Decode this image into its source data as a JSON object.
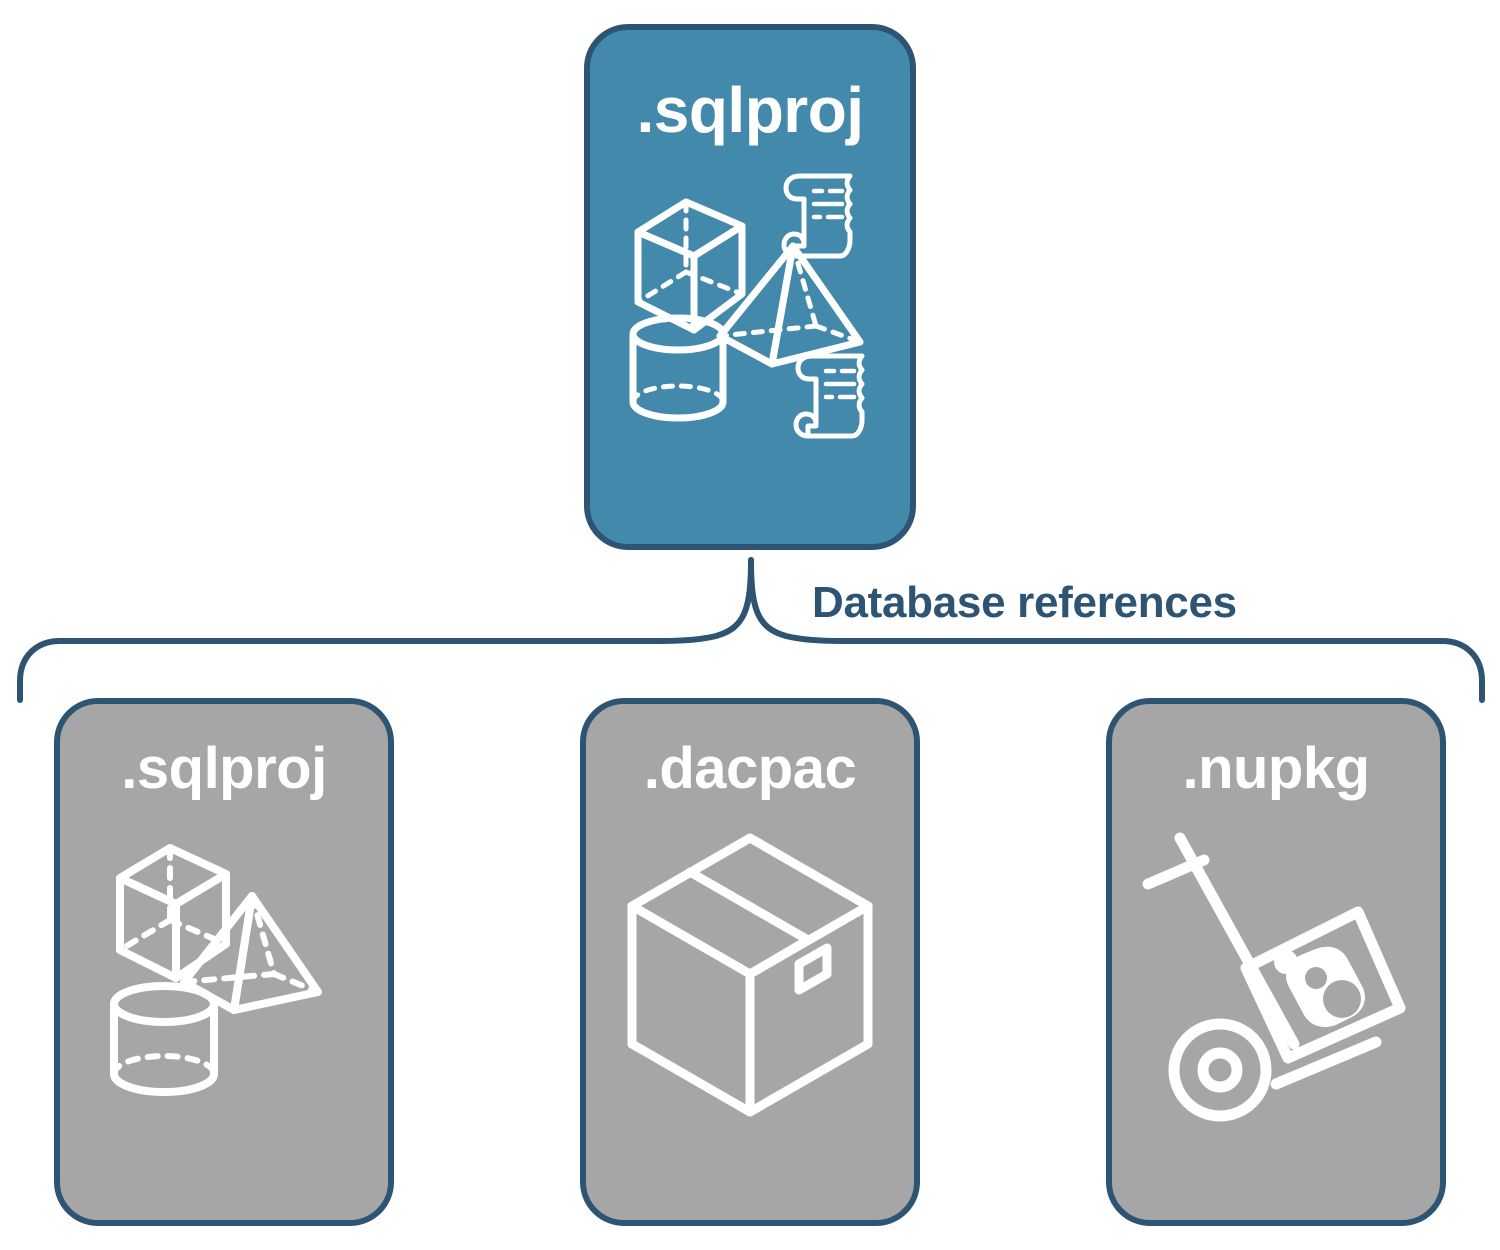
{
  "diagram": {
    "title_text": "Database references",
    "colors": {
      "accent_blue": "#4389ab",
      "border_blue": "#2d5573",
      "card_gray": "#a6a6a6",
      "icon_white": "#ffffff",
      "background": "#ffffff"
    }
  },
  "top_card": {
    "label": ".sqlproj",
    "icons": [
      "cube-3d-icon",
      "pyramid-3d-icon",
      "cylinder-3d-icon",
      "script-scroll-icon",
      "script-scroll-icon"
    ]
  },
  "connector": {
    "label": "Database references",
    "style": "curly-brace"
  },
  "reference_cards": [
    {
      "label": ".sqlproj",
      "icons": [
        "cube-3d-icon",
        "pyramid-3d-icon",
        "cylinder-3d-icon"
      ]
    },
    {
      "label": ".dacpac",
      "icons": [
        "package-box-icon"
      ]
    },
    {
      "label": ".nupkg",
      "icons": [
        "hand-truck-package-icon"
      ]
    }
  ]
}
